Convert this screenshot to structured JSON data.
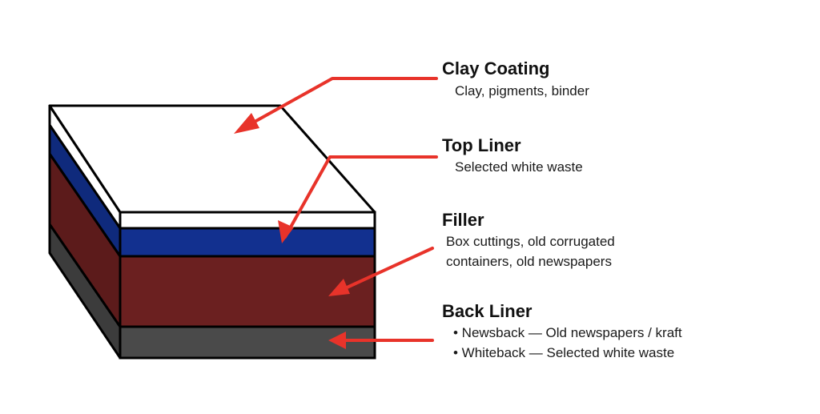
{
  "layers": [
    {
      "id": "clay",
      "title": "Clay Coating",
      "lines": [
        "Clay, pigments, binder"
      ],
      "color": "#ffffff"
    },
    {
      "id": "top",
      "title": "Top Liner",
      "lines": [
        "Selected white waste"
      ],
      "color": "#12308f"
    },
    {
      "id": "filler",
      "title": "Filler",
      "lines": [
        "Box cuttings, old corrugated",
        "containers, old newspapers"
      ],
      "color": "#6b2020"
    },
    {
      "id": "back",
      "title": "Back Liner",
      "lines": [
        "• Newsback — Old newspapers / kraft",
        "• Whiteback — Selected white waste"
      ],
      "color": "#4a4a4a"
    }
  ],
  "colors": {
    "arrow": "#e8332a",
    "outline": "#000000",
    "left_face_top": "#0f2a7c",
    "left_face_filler": "#5c1b1b",
    "left_face_back": "#3c3c3c"
  }
}
